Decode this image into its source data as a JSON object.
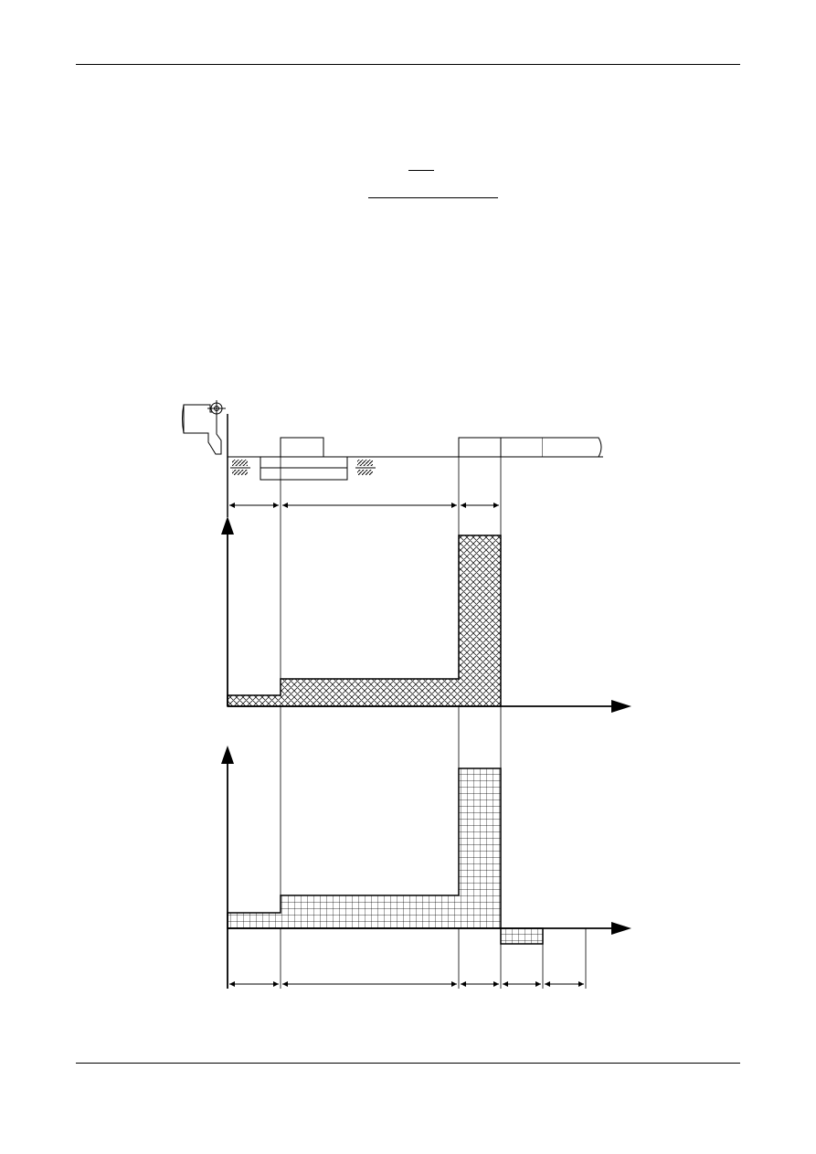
{
  "page": {
    "colors": {
      "ink": "#000000",
      "paper": "#ffffff"
    }
  },
  "header": {
    "rule": "top-rule"
  },
  "footer": {
    "rule": "bottom-rule"
  },
  "formula": {
    "numerator_bar": "fraction-bar",
    "denominator_bar": "fraction-bar"
  },
  "diagram": {
    "description_icons": [
      "shaft-scheme-icon",
      "bearing-hatch-icon",
      "cross-hatch-pattern",
      "grid-hatch-pattern"
    ],
    "upper_plot": {
      "pattern": "cross-hatch",
      "steps": [
        {
          "segment": 1,
          "level": 0.07
        },
        {
          "segment": 2,
          "level": 0.16
        },
        {
          "segment": 3,
          "level": 1.0
        }
      ]
    },
    "lower_plot": {
      "pattern": "grid-hatch",
      "steps": [
        {
          "segment": 1,
          "level": 0.1
        },
        {
          "segment": 2,
          "level": 0.2
        },
        {
          "segment": 3,
          "level": 1.0
        },
        {
          "segment": 4,
          "level": -0.1
        }
      ]
    }
  }
}
